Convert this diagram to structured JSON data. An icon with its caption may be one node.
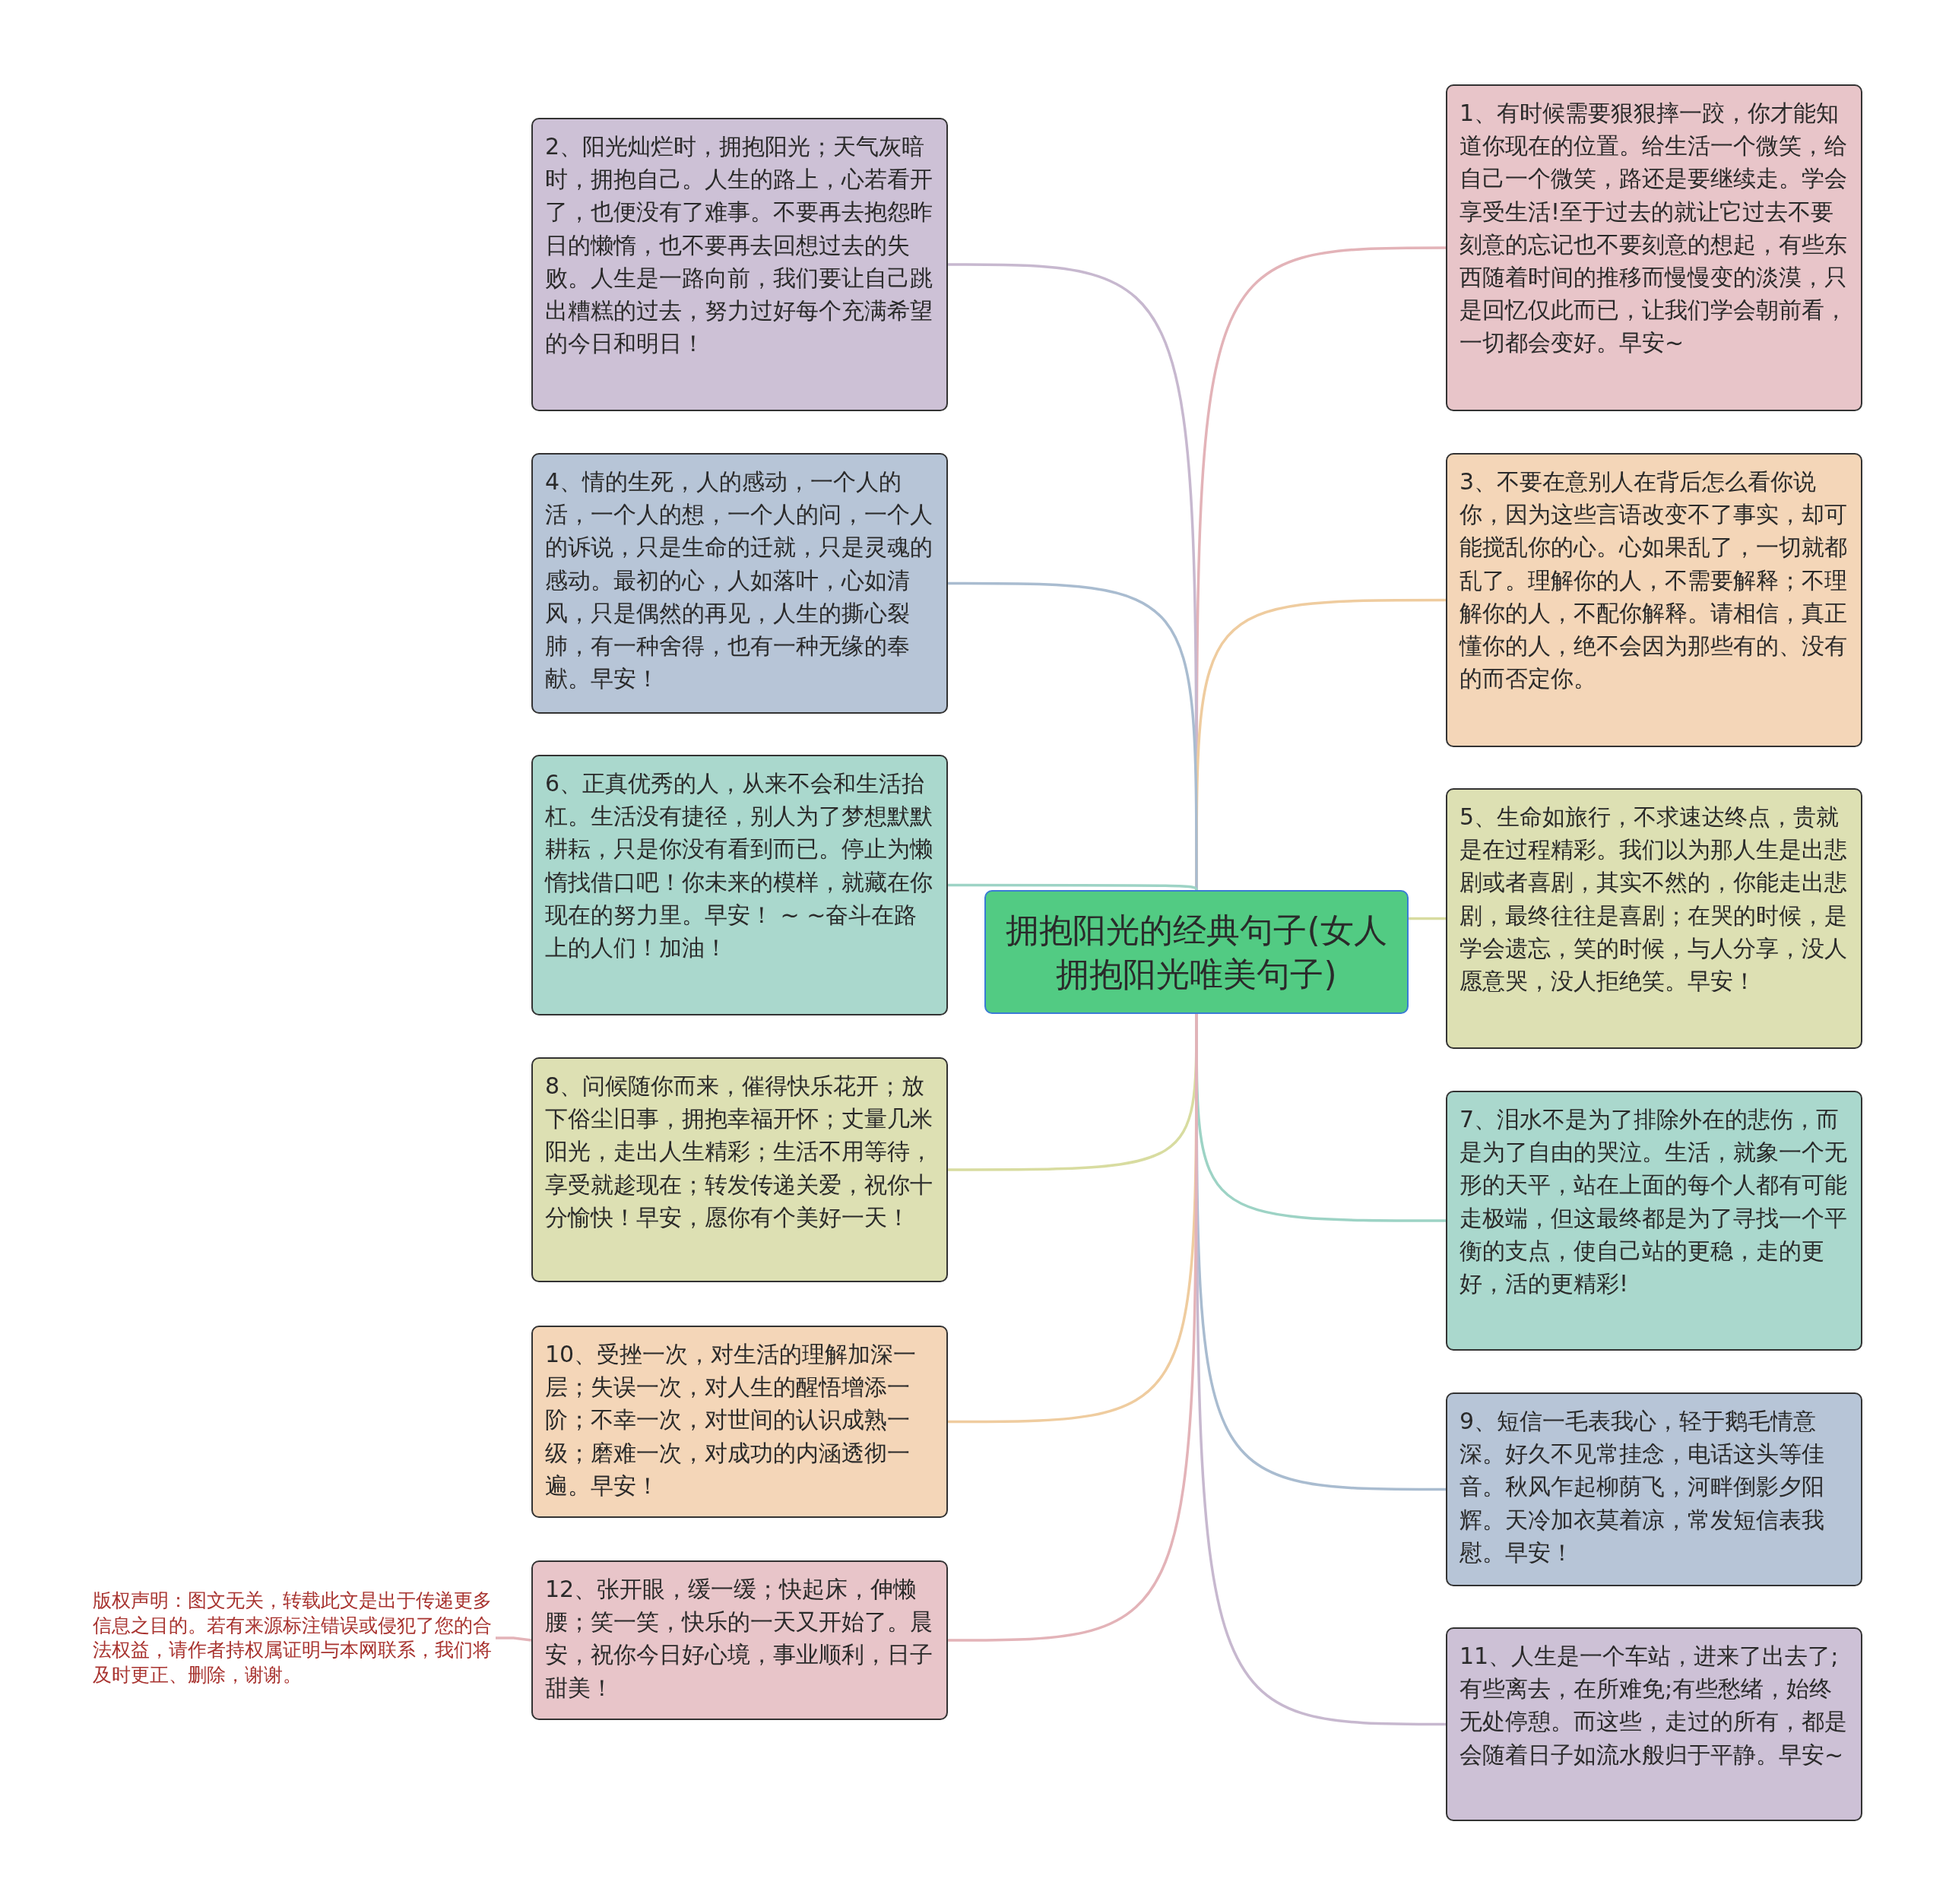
{
  "diagram": {
    "nodes": [
      {
        "text": [
          "拥抱阳光的经典句子(女人拥抱阳光唯美句子)"
        ]
      },
      {
        "text": [
          "1、有时候需要狠狠摔一跤，你才能知道你现在的位置。给生活一个微笑，给自己一个微笑，路还是要继续走。学会享受生活!至于过去的就让它过去不要刻意的忘记也不要刻意的想起，有些东西随着时间的推移而慢慢变的淡漠，只是回忆仅此而已，让我们学会朝前看，一切都会变好。早安~"
        ]
      },
      {
        "text": [
          "2、阳光灿烂时，拥抱阳光；天气灰暗时，拥抱自己。人生的路上，心若看开了，也便没有了难事。不要再去抱怨昨日的懒惰，也不要再去回想过去的失败。人生是一路向前，我们要让自己跳出糟糕的过去，努力过好每个充满希望的今日和明日！"
        ]
      },
      {
        "text": [
          "3、不要在意别人在背后怎么看你说你，因为这些言语改变不了事实，却可能搅乱你的心。心如果乱了，一切就都乱了。理解你的人，不需要解释；不理解你的人，不配你解释。请相信，真正懂你的人，绝不会因为那些有的、没有的而否定你。"
        ]
      },
      {
        "text": [
          "4、情的生死，人的感动，一个人的活，一个人的想，一个人的问，一个人的诉说，只是生命的迁就，只是灵魂的感动。最初的心，人如落叶，心如清风，只是偶然的再见，人生的撕心裂肺，有一种舍得，也有一种无缘的奉献。早安！"
        ]
      },
      {
        "text": [
          "5、生命如旅行，不求速达终点，贵就是在过程精彩。我们以为那人生是出悲剧或者喜剧，其实不然的，你能走出悲剧，最终往往是喜剧；在哭的时候，是学会遗忘，笑的时候，与人分享，没人愿意哭，没人拒绝笑。早安！"
        ]
      },
      {
        "text": [
          "6、正真优秀的人，从来不会和生活抬杠。生活没有捷径，别人为了梦想默默耕耘，只是你没有看到而已。停止为懒惰找借口吧！你未来的模样，就藏在你现在的努力里。早安！ ~ ~奋斗在路上的人们！加油！"
        ]
      },
      {
        "text": [
          "7、泪水不是为了排除外在的悲伤，而是为了自由的哭泣。生活，就象一个无形的天平，站在上面的每个人都有可能走极端，但这最终都是为了寻找一个平衡的支点，使自己站的更稳，走的更好，活的更精彩!"
        ]
      },
      {
        "text": [
          "8、问候随你而来，催得快乐花开；放下俗尘旧事，拥抱幸福开怀；丈量几米阳光，走出人生精彩；生活不用等待，享受就趁现在；转发传递关爱，祝你十分愉快！早安，愿你有个美好一天！"
        ]
      },
      {
        "text": [
          "9、短信一毛表我心，轻于鹅毛情意深。好久不见常挂念，电话这头等佳音。秋风乍起柳荫飞，河畔倒影夕阳辉。天冷加衣莫着凉，常发短信表我慰。早安！"
        ]
      },
      {
        "text": [
          "10、受挫一次，对生活的理解加深一层；失误一次，对人生的醒悟增添一阶；不幸一次，对世间的认识成熟一级；磨难一次，对成功的内涵透彻一遍。早安！"
        ]
      },
      {
        "text": [
          "11、人生是一个车站，进来了出去了;有些离去，在所难免;有些愁绪，始终无处停憩。而这些，走过的所有，都是会随着日子如流水般归于平静。早安~"
        ]
      },
      {
        "text": [
          "12、张开眼，缓一缓；快起床，伸懒腰；笑一笑，快乐的一天又开始了。晨安，祝你今日好心境，事业顺利，日子甜美！"
        ]
      },
      {
        "text": [
          "版权声明：图文无关，转载此文是出于传递更多信息之目的。若有来源标注错误或侵犯了您的合法权益，请作者持权属证明与本网联系，我们将及时更正、删除，谢谢。"
        ]
      }
    ],
    "edges": [
      {
        "from": 0,
        "to": 1,
        "arrow": "none",
        "color": "#e3b3b8"
      },
      {
        "from": 0,
        "to": 2,
        "arrow": "none",
        "color": "#c7b8cf"
      },
      {
        "from": 0,
        "to": 3,
        "arrow": "none",
        "color": "#efcc9f"
      },
      {
        "from": 0,
        "to": 4,
        "arrow": "none",
        "color": "#a9bcd0"
      },
      {
        "from": 0,
        "to": 5,
        "arrow": "none",
        "color": "#d8dca0"
      },
      {
        "from": 0,
        "to": 6,
        "arrow": "none",
        "color": "#9dd3c5"
      },
      {
        "from": 0,
        "to": 7,
        "arrow": "none",
        "color": "#9dd3c5"
      },
      {
        "from": 0,
        "to": 8,
        "arrow": "none",
        "color": "#d8dca0"
      },
      {
        "from": 0,
        "to": 9,
        "arrow": "none",
        "color": "#a9bcd0"
      },
      {
        "from": 0,
        "to": 10,
        "arrow": "none",
        "color": "#efcc9f"
      },
      {
        "from": 0,
        "to": 11,
        "arrow": "none",
        "color": "#c7b8cf"
      },
      {
        "from": 0,
        "to": 12,
        "arrow": "none",
        "color": "#e3b3b8"
      },
      {
        "from": 13,
        "to": 12,
        "arrow": "none",
        "color": "#e3b3b8"
      }
    ]
  }
}
